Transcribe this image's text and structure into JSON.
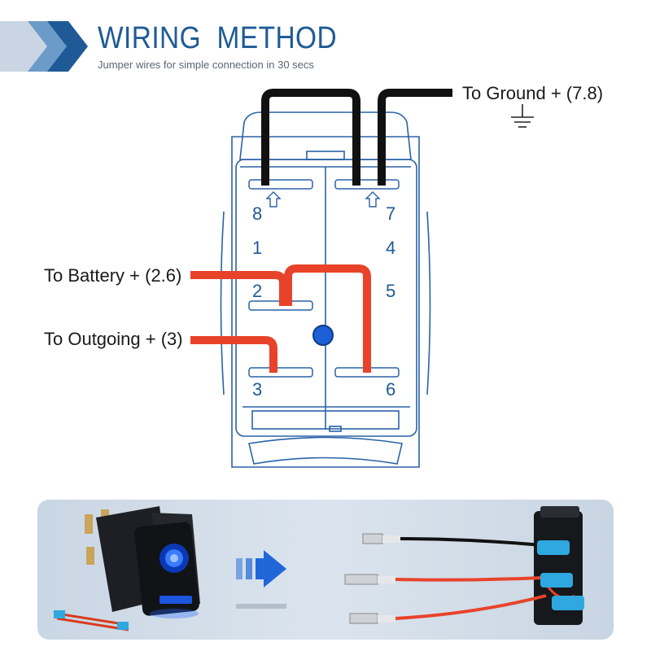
{
  "header": {
    "title": "WIRING  METHOD",
    "subtitle": "Jumper wires for simple connection in 30 secs"
  },
  "labels": {
    "ground": "To Ground + (7.8)",
    "battery": "To Battery + (2.6)",
    "outgoing": "To Outgoing + (3)"
  },
  "pins": [
    "8",
    "7",
    "1",
    "4",
    "2",
    "5",
    "3",
    "6"
  ],
  "colors": {
    "brand_blue": "#1f5a96",
    "wire_black": "#111111",
    "wire_red": "#e8432a",
    "led_blue": "#1d5fd6"
  },
  "icons": [
    "chevron-right-icon",
    "ground-symbol-icon",
    "arrow-up-icon",
    "arrow-right-icon"
  ]
}
